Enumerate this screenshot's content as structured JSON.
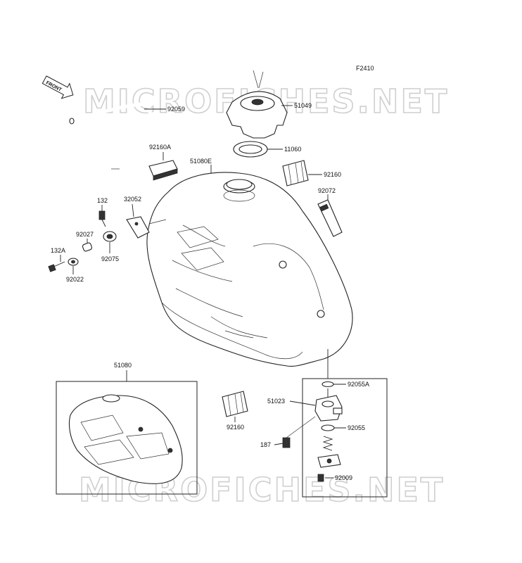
{
  "figure_code": "F2410",
  "watermark": "MICROFICHES.NET",
  "front_marker": "FRONT",
  "labels": {
    "p92059": "92059",
    "p51049": "51049",
    "p11060": "11060",
    "p92160A": "92160A",
    "p51080E": "51080E",
    "p92160_top": "92160",
    "p92072": "92072",
    "p132": "132",
    "p32052": "32052",
    "p92027": "92027",
    "p92075": "92075",
    "p132A": "132A",
    "p92022": "92022",
    "p51080": "51080",
    "p92160_bottom": "92160",
    "p92055A": "92055A",
    "p51023": "51023",
    "p92055": "92055",
    "p187": "187",
    "p92009": "92009"
  }
}
